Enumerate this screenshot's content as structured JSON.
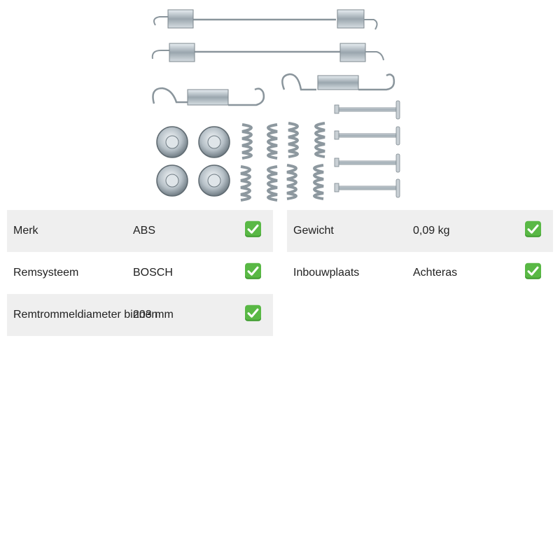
{
  "image": {
    "icon": "brake-spring-kit-photo"
  },
  "specs_left": [
    {
      "label": "Merk",
      "value": "ABS",
      "icon": "checkmark-icon"
    },
    {
      "label": "Remsysteem",
      "value": "BOSCH",
      "icon": "checkmark-icon"
    },
    {
      "label": "Remtrommeldiameter binnen",
      "value": "203 mm",
      "icon": "checkmark-icon"
    }
  ],
  "specs_right": [
    {
      "label": "Gewicht",
      "value": "0,09 kg",
      "icon": "checkmark-icon"
    },
    {
      "label": "Inbouwplaats",
      "value": "Achteras",
      "icon": "checkmark-icon"
    }
  ],
  "colors": {
    "row_shade": "#efefef",
    "check_green": "#59b845"
  }
}
